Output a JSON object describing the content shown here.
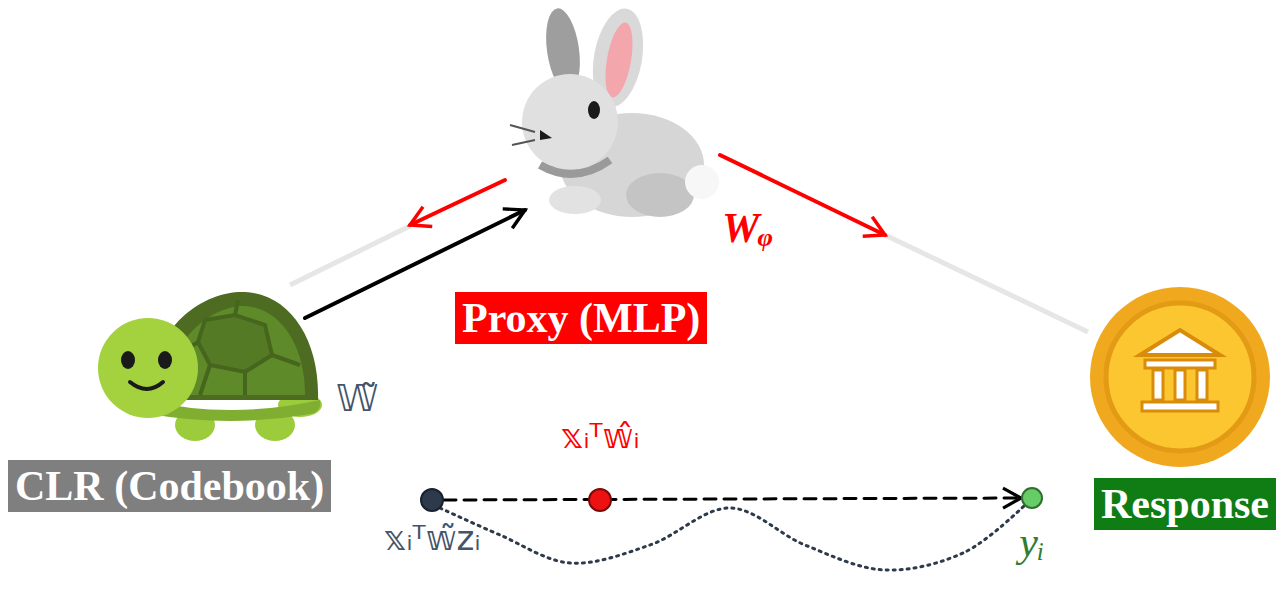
{
  "diagram": {
    "nodes": [
      {
        "text": [
          "CLR (Codebook)"
        ]
      },
      {
        "text": [
          "Proxy (MLP)"
        ]
      },
      {
        "text": [
          "Response"
        ]
      },
      {
        "text": [
          "𝕩ᵢᵀ𝕨̃zᵢ"
        ]
      },
      {
        "text": [
          "𝕩ᵢᵀ𝕨̂ᵢ"
        ]
      },
      {
        "text": [
          "yᵢ"
        ]
      }
    ],
    "edges": [
      {
        "from": 0,
        "to": 1,
        "arrow": "to"
      },
      {
        "from": 1,
        "to": 0,
        "arrow": "to"
      },
      {
        "from": 1,
        "to": 2,
        "arrow": "to"
      },
      {
        "from": 3,
        "to": 5,
        "arrow": "to"
      },
      {
        "from": 3,
        "to": 5,
        "arrow": "none"
      }
    ],
    "labels": [
      "𝕎̃",
      "Wᵩ"
    ]
  }
}
